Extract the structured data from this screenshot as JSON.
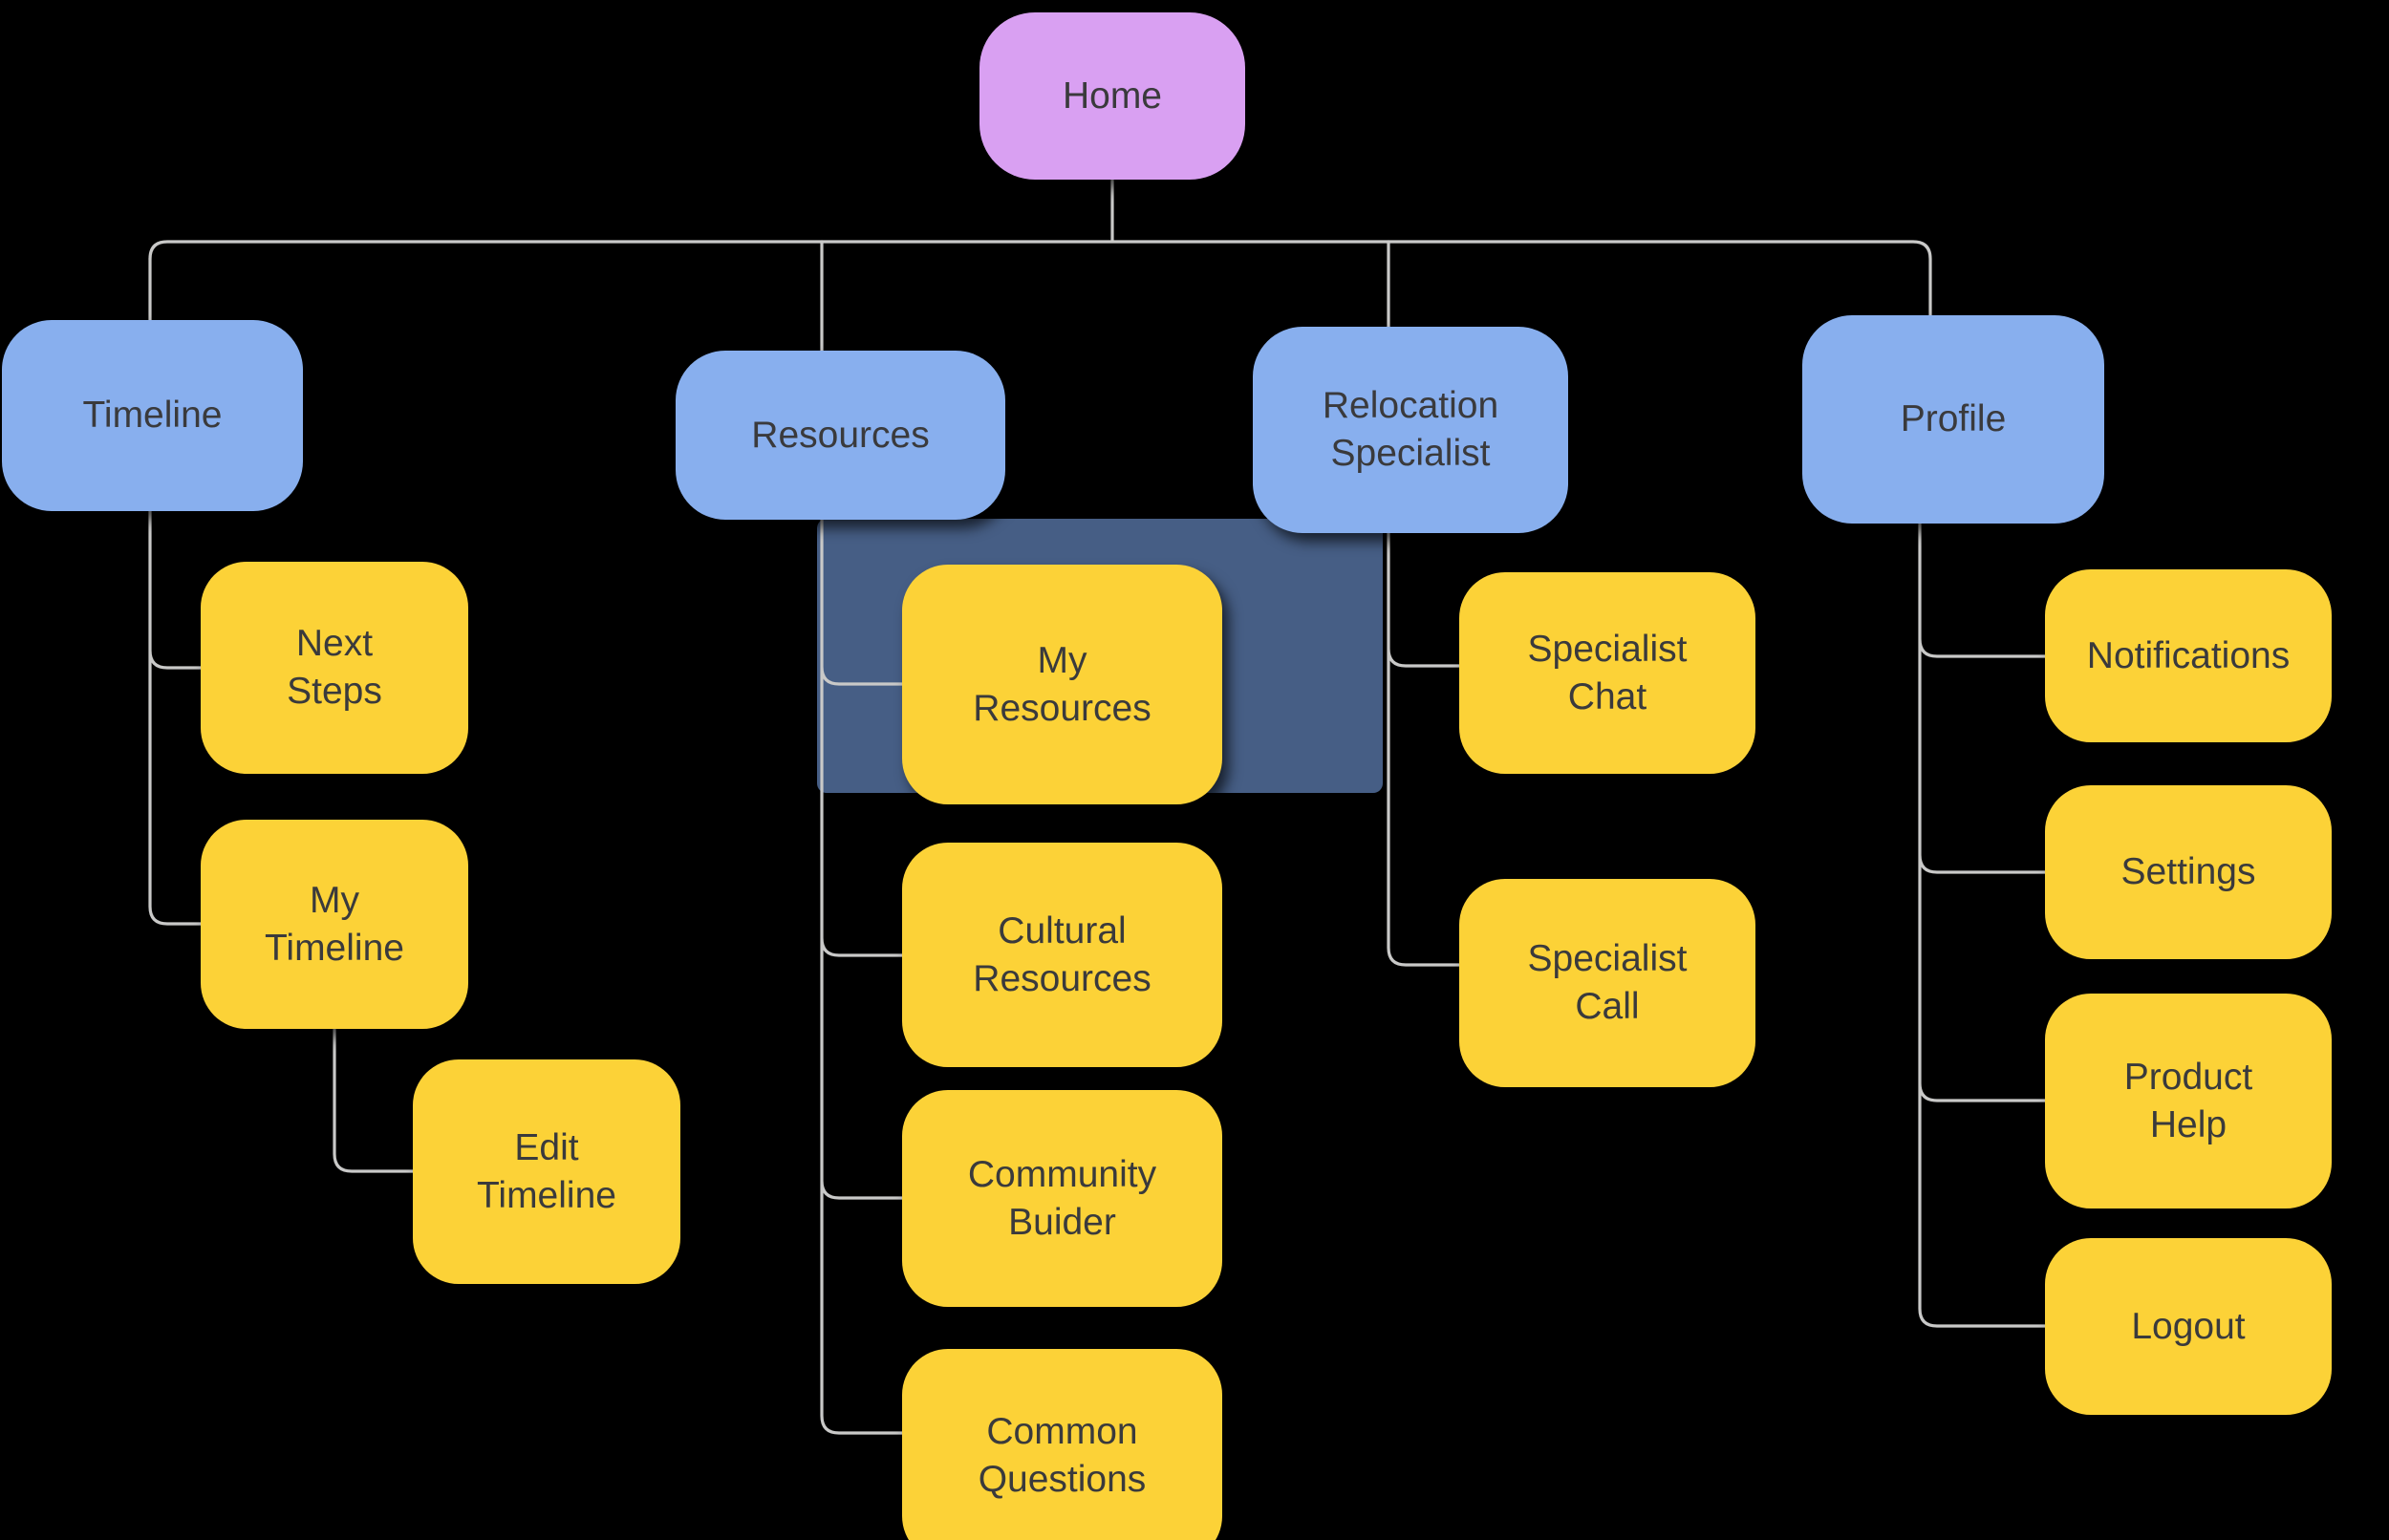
{
  "canvas": {
    "background": "#000000",
    "connector_color": "#C9C9C8"
  },
  "palette": {
    "root": "#D9A0F2",
    "section": "#88AFEE",
    "leaf": "#FCD237",
    "highlight": "#465E85",
    "text": "#3A3A3C",
    "line": "#C9C9C8"
  },
  "highlight": {
    "attached_to": "My Resources",
    "color": "#465E85"
  },
  "sitemap": {
    "root": {
      "id": "home",
      "label": "Home"
    },
    "sections": [
      {
        "id": "timeline",
        "label": "Timeline",
        "children": [
          {
            "id": "next-steps",
            "label": "Next Steps"
          },
          {
            "id": "my-timeline",
            "label": "My Timeline",
            "children": [
              {
                "id": "edit-timeline",
                "label": "Edit Timeline"
              }
            ]
          }
        ]
      },
      {
        "id": "resources",
        "label": "Resources",
        "children": [
          {
            "id": "my-resources",
            "label": "My Resources"
          },
          {
            "id": "cultural-resources",
            "label": "Cultural Resources"
          },
          {
            "id": "community-buider",
            "label": "Community Buider"
          },
          {
            "id": "common-questions",
            "label": "Common Questions"
          }
        ]
      },
      {
        "id": "relocation-specialist",
        "label": "Relocation Specialist",
        "children": [
          {
            "id": "specialist-chat",
            "label": "Specialist Chat"
          },
          {
            "id": "specialist-call",
            "label": "Specialist Call"
          }
        ]
      },
      {
        "id": "profile",
        "label": "Profile",
        "children": [
          {
            "id": "notifications",
            "label": "Notifications"
          },
          {
            "id": "settings",
            "label": "Settings"
          },
          {
            "id": "product-help",
            "label": "Product Help"
          },
          {
            "id": "logout",
            "label": "Logout"
          }
        ]
      }
    ]
  }
}
